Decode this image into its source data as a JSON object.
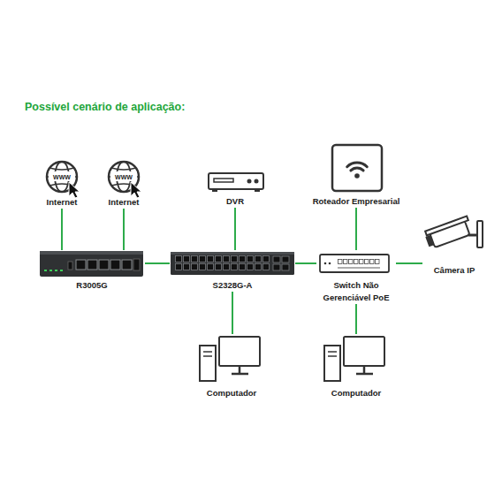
{
  "diagram": {
    "title": "Possível cenário de aplicação:",
    "nodes": [
      {
        "text": [
          "Internet"
        ]
      },
      {
        "text": [
          "Internet"
        ]
      },
      {
        "text": [
          "DVR"
        ]
      },
      {
        "text": [
          "Roteador Empresarial"
        ]
      },
      {
        "text": [
          "Câmera IP"
        ]
      },
      {
        "text": [
          "R3005G"
        ]
      },
      {
        "text": [
          "S2328G-A"
        ]
      },
      {
        "text": [
          "Switch Não Gerenciável PoE"
        ]
      },
      {
        "text": [
          "Computador"
        ]
      },
      {
        "text": [
          "Computador"
        ]
      }
    ],
    "edges": [
      {
        "from": 0,
        "to": 5,
        "arrow": "none"
      },
      {
        "from": 1,
        "to": 5,
        "arrow": "none"
      },
      {
        "from": 5,
        "to": 6,
        "arrow": "none"
      },
      {
        "from": 2,
        "to": 6,
        "arrow": "none"
      },
      {
        "from": 6,
        "to": 8,
        "arrow": "none"
      },
      {
        "from": 6,
        "to": 7,
        "arrow": "none"
      },
      {
        "from": 3,
        "to": 7,
        "arrow": "none"
      },
      {
        "from": 7,
        "to": 4,
        "arrow": "none"
      },
      {
        "from": 7,
        "to": 9,
        "arrow": "none"
      }
    ],
    "labels": [
      "WWW",
      "WWW"
    ]
  }
}
